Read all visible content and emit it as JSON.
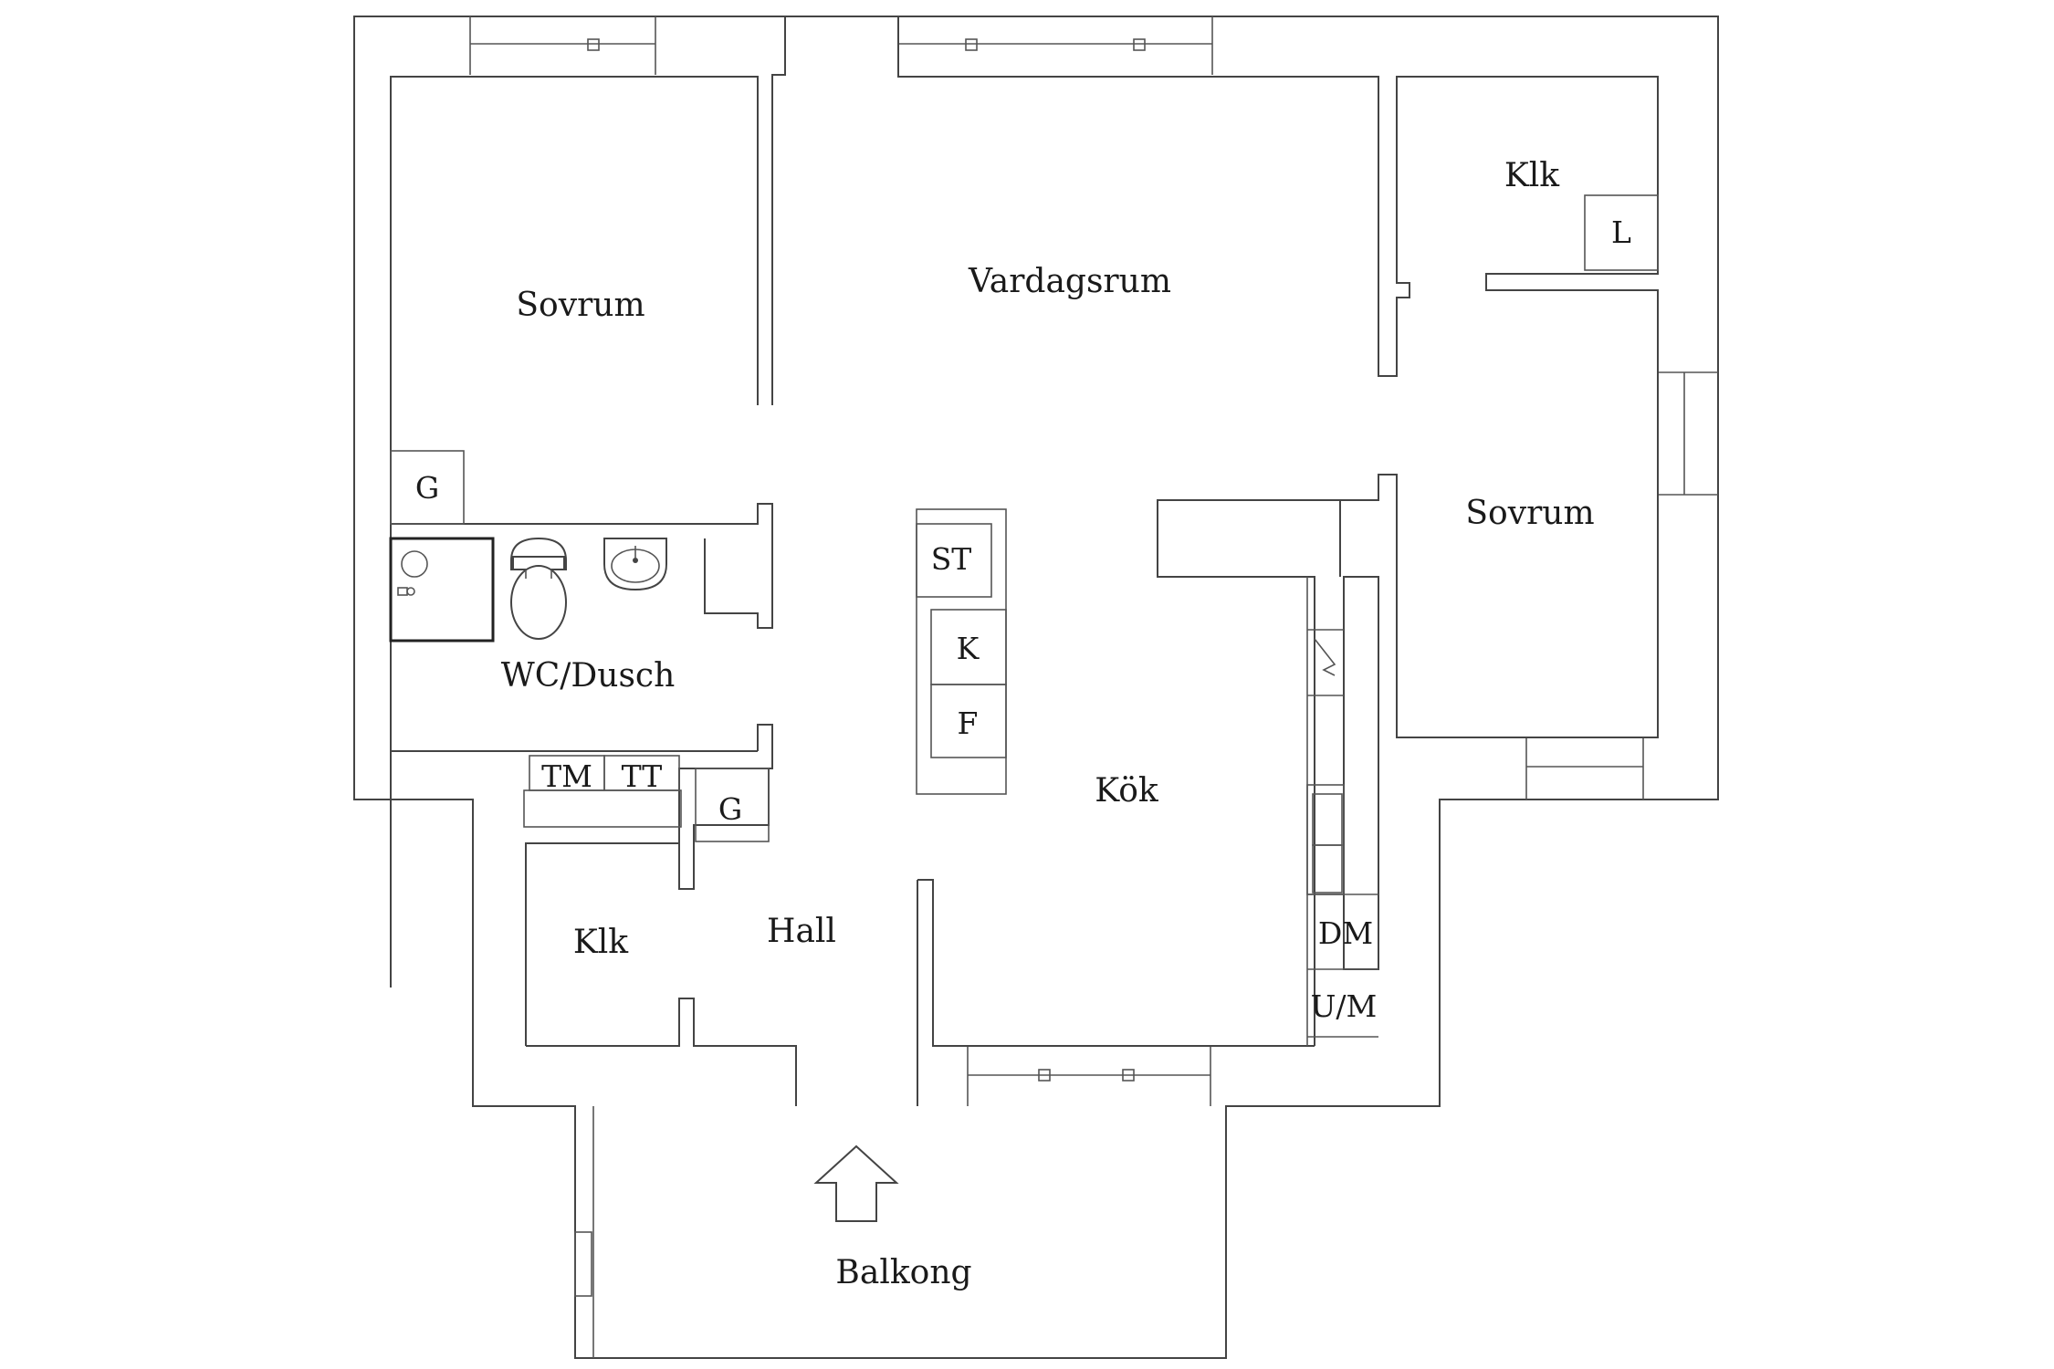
{
  "rooms": {
    "bedroom_left": "Sovrum",
    "living_room": "Vardagsrum",
    "closet_top_right": "Klk",
    "linen_cabinet": "L",
    "bedroom_right": "Sovrum",
    "wardrobe_bedroom": "G",
    "bathroom": "WC/Dusch",
    "washing_machine": "TM",
    "tumble_dryer": "TT",
    "wardrobe_hall": "G",
    "closet_bottom_left": "Klk",
    "hall": "Hall",
    "kitchen": "Kök",
    "stove": "ST",
    "fridge": "K",
    "freezer": "F",
    "dishwasher": "DM",
    "oven_micro": "U/M",
    "balcony": "Balkong"
  },
  "colors": {
    "wall": "#444444",
    "background": "#ffffff"
  }
}
